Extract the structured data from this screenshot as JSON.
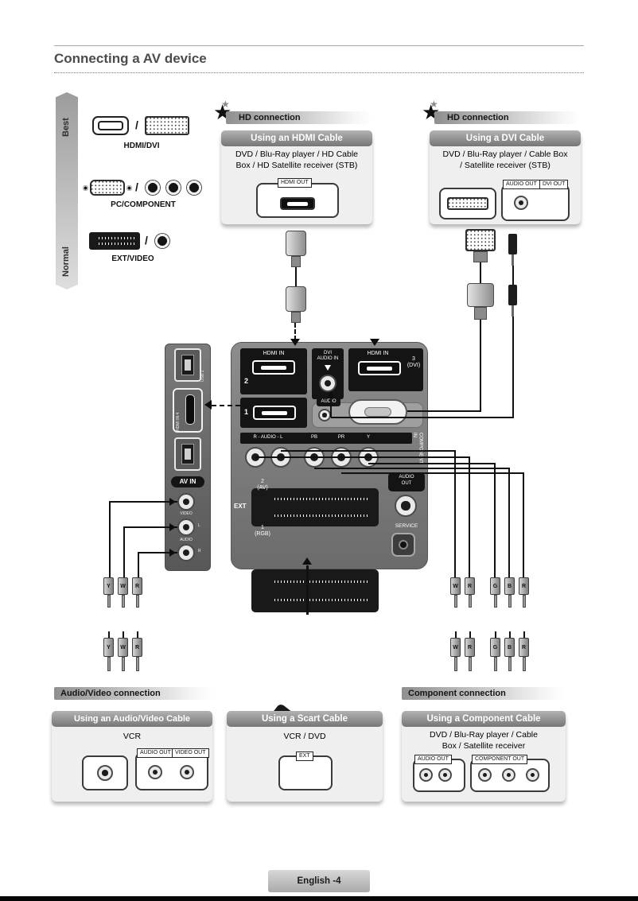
{
  "icons": {
    "star": "★",
    "slash": "/"
  },
  "page": {
    "title": "Connecting a AV device",
    "footer": "English -4"
  },
  "scale": {
    "best": "Best",
    "normal": "Normal"
  },
  "legend": {
    "hdmi_dvi": "HDMI/DVI",
    "pc_component": "PC/COMPONENT",
    "ext_video": "EXT/VIDEO"
  },
  "headers": {
    "hd1": "HD connection",
    "hd2": "HD connection",
    "av": "Audio/Video connection",
    "component": "Component connection"
  },
  "hdmi_box": {
    "title": "Using an HDMI Cable",
    "desc": "DVD / Blu-Ray player / HD Cable\nBox / HD Satellite receiver (STB)",
    "port_label": "HDMI OUT"
  },
  "dvi_box": {
    "title": "Using a DVI Cable",
    "desc": "DVD / Blu-Ray player / Cable Box\n/ Satellite receiver (STB)",
    "audio_out": "AUDIO OUT",
    "dvi_out": "DVI OUT"
  },
  "av_box": {
    "title": "Using an Audio/Video Cable",
    "desc": "VCR",
    "audio_out": "AUDIO OUT",
    "video_out": "VIDEO OUT"
  },
  "scart_box": {
    "title": "Using a Scart Cable",
    "desc": "VCR / DVD",
    "port_label": "EXT"
  },
  "component_box": {
    "title": "Using a Component Cable",
    "desc": "DVD / Blu-Ray player / Cable\nBox / Satellite receiver",
    "audio_out": "AUDIO OUT",
    "component_out": "COMPONENT OUT"
  },
  "panel": {
    "hdmi_in": "HDMI IN",
    "hdmi_2_num": "2",
    "dvi_audio_in": "DVI\nAUDIO IN",
    "hdmi_3_num": "3\n(DVI)",
    "hdmi_1_num": "1",
    "audio_inset": "AUDIO",
    "audio_strip": "R - AUDIO - L",
    "pb": "PB",
    "pr": "PR",
    "y": "Y",
    "component_in": "COMPONENT\nIN",
    "ext": "EXT",
    "scart_2": "2\n(AV)",
    "scart_1": "1\n(RGB)",
    "audio_out": "AUDIO\nOUT",
    "service": "SERVICE"
  },
  "side_panel": {
    "usb": "USB 1",
    "hdmi_4": "HDMI IN 4",
    "av_in": "AV IN",
    "video": "VIDEO",
    "audio": "AUDIO",
    "l": "L",
    "r": "R"
  },
  "plugs": {
    "y": "Y",
    "w": "W",
    "r": "R",
    "g": "G",
    "b": "B"
  }
}
